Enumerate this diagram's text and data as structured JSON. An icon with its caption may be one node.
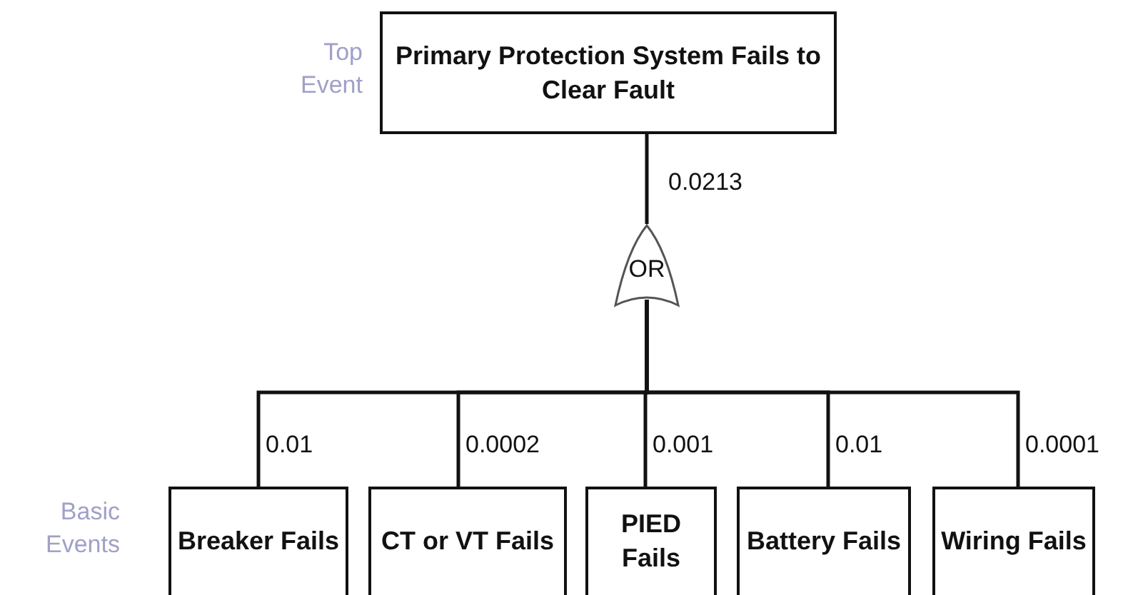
{
  "diagram": {
    "nodes": [
      {
        "text": [
          "Primary Protection System Fails to Clear Fault"
        ]
      },
      {
        "text": [
          "OR"
        ]
      },
      {
        "text": [
          "Breaker Fails"
        ]
      },
      {
        "text": [
          "CT or VT Fails"
        ]
      },
      {
        "text": [
          "PIED Fails"
        ]
      },
      {
        "text": [
          "Battery Fails"
        ]
      },
      {
        "text": [
          "Wiring Fails"
        ]
      }
    ],
    "edges": [
      {
        "from": 1,
        "to": 0,
        "arrow": "none",
        "label": "0.0213"
      },
      {
        "from": 2,
        "to": 1,
        "arrow": "none",
        "label": "0.01"
      },
      {
        "from": 3,
        "to": 1,
        "arrow": "none",
        "label": "0.0002"
      },
      {
        "from": 4,
        "to": 1,
        "arrow": "none",
        "label": "0.001"
      },
      {
        "from": 5,
        "to": 1,
        "arrow": "none",
        "label": "0.01"
      },
      {
        "from": 6,
        "to": 1,
        "arrow": "none",
        "label": "0.0001"
      }
    ],
    "labels": [
      "Top Event",
      "Basic Events"
    ]
  }
}
